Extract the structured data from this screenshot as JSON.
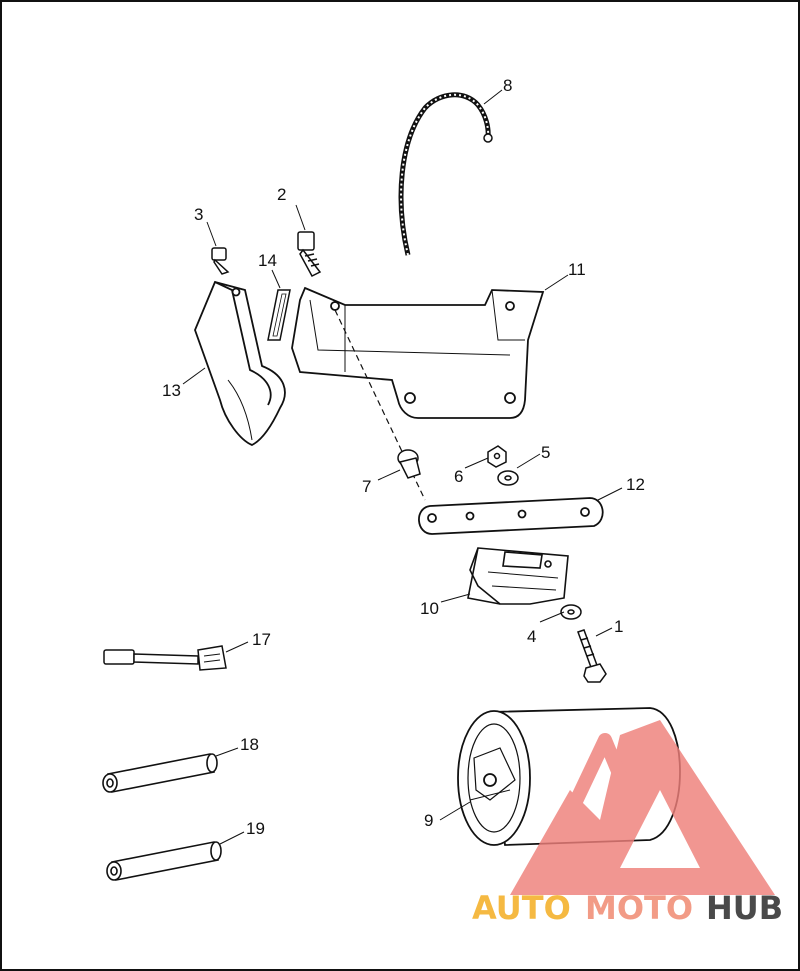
{
  "diagram": {
    "callouts": [
      "1",
      "2",
      "3",
      "4",
      "5",
      "6",
      "7",
      "8",
      "9",
      "10",
      "11",
      "12",
      "13",
      "14",
      "17",
      "18",
      "19"
    ]
  },
  "watermark": {
    "text_auto": "AUTO",
    "text_moto": "MOTO",
    "text_hub": "HUB",
    "colors": {
      "auto": "#f5b942",
      "moto": "#f29b86",
      "hub": "#4a4a4a",
      "logo": "#ee7f7a"
    }
  }
}
